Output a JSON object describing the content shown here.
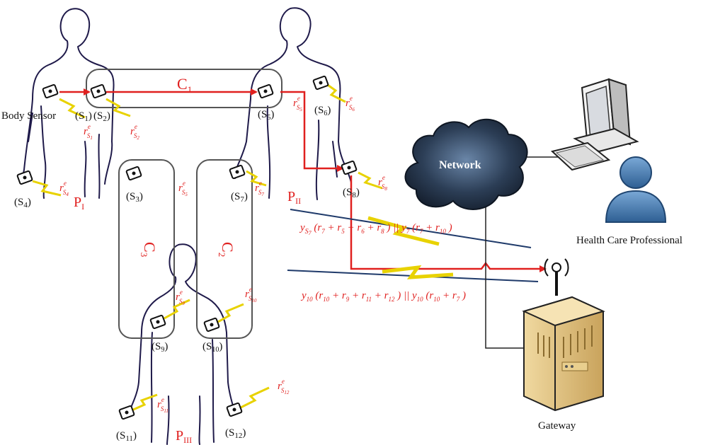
{
  "labels": {
    "body_sensor": "Body Sensor",
    "s1": "(S",
    "s1_sub": "1",
    "s1_close": ")",
    "s2": "(S",
    "s2_sub": "2",
    "s2_close": ")",
    "s3": "(S",
    "s3_sub": "3",
    "s3_close": ")",
    "s4": "(S",
    "s4_sub": "4",
    "s4_close": ")",
    "s5": "(S",
    "s5_sub": "5",
    "s5_close": ")",
    "s6": "(S",
    "s6_sub": "6",
    "s6_close": ")",
    "s7": "(S",
    "s7_sub": "7",
    "s7_close": ")",
    "s8": "(S",
    "s8_sub": "8",
    "s8_close": ")",
    "s9": "(S",
    "s9_sub": "9",
    "s9_close": ")",
    "s10": "(S",
    "s10_sub": "10",
    "s10_close": ")",
    "s11": "(S",
    "s11_sub": "11",
    "s11_close": ")",
    "s12": "(S",
    "s12_sub": "12",
    "s12_close": ")"
  },
  "clusters": {
    "c1": "C",
    "c1_sub": "1",
    "c2": "C",
    "c2_sub": "2",
    "c3": "C",
    "c3_sub": "3"
  },
  "persons": {
    "p1": "P",
    "p1_sub": "I",
    "p2": "P",
    "p2_sub": "II",
    "p3": "P",
    "p3_sub": "III"
  },
  "rates": {
    "r": "r",
    "e": "e",
    "s": "S",
    "r1": "1",
    "r2": "2",
    "r4": "4",
    "r5": "5",
    "r6": "6",
    "r7": "7",
    "r8": "8",
    "r9": "9",
    "r10": "10",
    "r11": "11",
    "r12": "12",
    "r_s5": "5"
  },
  "formulas": {
    "f1_y": "y",
    "f1_ys": "S",
    "f1_ysub": "7",
    "f1_body": "(r",
    "f1_t1": "7",
    "f1_plus1": " + r",
    "f1_t2": "5",
    "f1_plus2": " + r",
    "f1_t3": "6",
    "f1_plus3": " + r",
    "f1_t4": "8",
    "f1_close": ") || y",
    "f1_y2sub": "7",
    "f1_open2": " (r",
    "f1_u1": "7",
    "f1_plus4": " + r",
    "f1_u2": "10",
    "f1_end": ")",
    "f2_y": "y",
    "f2_ysub": "10",
    "f2_body": "(r",
    "f2_t1": "10",
    "f2_plus1": " + r",
    "f2_t2": "9",
    "f2_plus2": " + r",
    "f2_t3": "11",
    "f2_plus3": " + r",
    "f2_t4": "12",
    "f2_close": ") || y",
    "f2_y2sub": "10",
    "f2_open2": " (r",
    "f2_u1": "10",
    "f2_plus4": " + r",
    "f2_u2": "7",
    "f2_end": ")"
  },
  "network": {
    "label": "Network"
  },
  "professional": {
    "label": "Health Care Professional"
  },
  "gateway": {
    "label": "Gateway"
  },
  "colors": {
    "red": "#e0201f",
    "body": "#1f1a4a",
    "cloud": "#2a3a4f",
    "blue": "#4a7fb5"
  }
}
